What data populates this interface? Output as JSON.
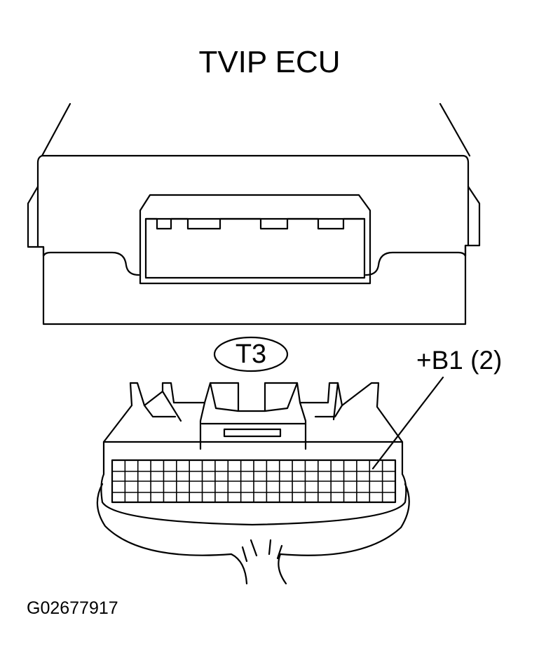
{
  "title": "TVIP ECU",
  "connector": {
    "label": "T3"
  },
  "pin_callout": {
    "label": "+B1 (2)"
  },
  "figure_id": "G02677917",
  "colors": {
    "line": "#000000",
    "background": "#ffffff"
  }
}
